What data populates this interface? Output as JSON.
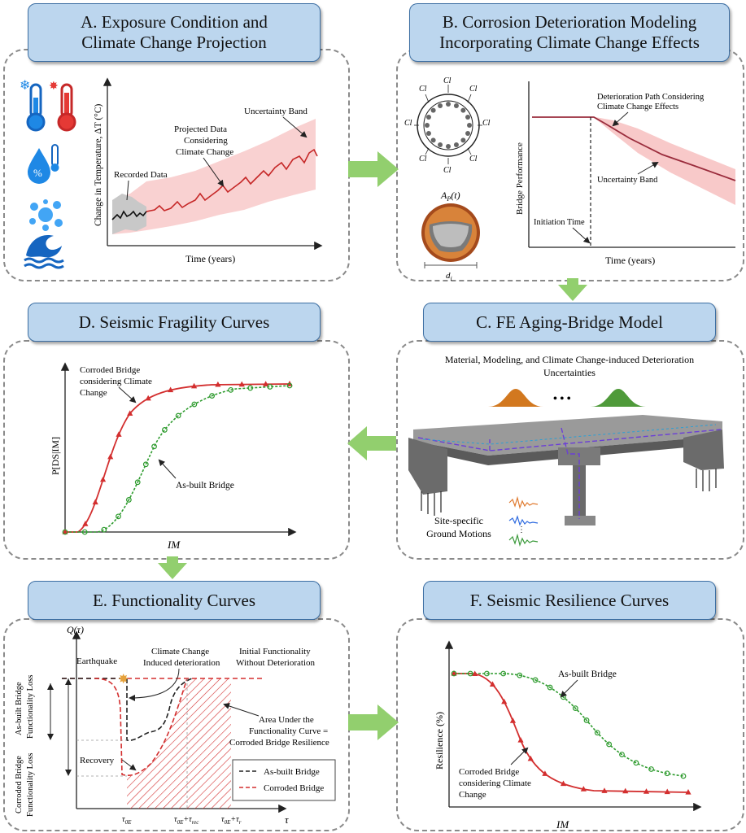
{
  "panelA": {
    "title_line1": "A. Exposure Condition and",
    "title_line2": "Climate Change Projection",
    "ylabel": "Change in Temperature, ΔT (°C)",
    "xlabel": "Time (years)",
    "label_recorded": "Recorded Data",
    "label_projected_1": "Projected Data",
    "label_projected_2": "Considering",
    "label_projected_3": "Climate Change",
    "label_uncertainty": "Uncertainty Band"
  },
  "panelB": {
    "title_line1": "B. Corrosion Deterioration Modeling",
    "title_line2": "Incorporating Climate Change Effects",
    "cl": "Cl",
    "area": "A",
    "area_sub": "P",
    "area_arg": "(t)",
    "diameter": "d",
    "diameter_sub": "i",
    "ylabel": "Bridge Performance",
    "xlabel": "Time (years)",
    "label_path_1": "Deterioration Path Considering",
    "label_path_2": "Climate Change Effects",
    "label_uncertainty": "Uncertainty Band",
    "label_initiation": "Initiation Time"
  },
  "panelC": {
    "title": "C. FE Aging-Bridge Model",
    "subtitle_1": "Material, Modeling, and Climate Change-induced Deterioration",
    "subtitle_2": "Uncertainties",
    "ellipsis": "• • •",
    "gm_1": "Site-specific",
    "gm_2": "Ground Motions"
  },
  "panelD": {
    "title": "D. Seismic Fragility Curves",
    "ylabel": "P[DS|IM]",
    "xlabel": "IM",
    "label_corroded_1": "Corroded Bridge",
    "label_corroded_2": "considering Climate",
    "label_corroded_3": "Change",
    "label_asbuilt": "As-built Bridge"
  },
  "panelE": {
    "title": "E. Functionality Curves",
    "ylabel": "Q(τ)",
    "xlabel": "τ",
    "label_earthquake": "Earthquake",
    "label_cc_1": "Climate Change",
    "label_cc_2": "Induced deterioration",
    "label_init_1": "Initial Functionality",
    "label_init_2": "Without Deterioration",
    "label_asb_loss_1": "As-built Bridge",
    "label_asb_loss_2": "Functionality Loss",
    "label_cor_loss_1": "Corroded Bridge",
    "label_cor_loss_2": "Functionality Loss",
    "label_recovery": "Recovery",
    "label_area_1": "Area Under the",
    "label_area_2": "Functionality Curve =",
    "label_area_3": "Corroded Bridge Resilience",
    "tick_1": "τ_0E",
    "tick_2": "τ_0E + τ_rec",
    "tick_3": "τ_0E + τ_r",
    "legend_asbuilt": "As-built Bridge",
    "legend_corroded": "Corroded Bridge"
  },
  "panelF": {
    "title": "F. Seismic Resilience Curves",
    "ylabel": "Resilience (%)",
    "xlabel": "IM",
    "label_asbuilt": "As-built Bridge",
    "label_corroded_1": "Corroded Bridge",
    "label_corroded_2": "considering Climate",
    "label_corroded_3": "Change"
  },
  "colors": {
    "title_fill": "#bcd6ee",
    "arrow": "#92cf6e",
    "red": "#d32f2f",
    "green": "#2e9b2e",
    "band_red": "#f8c9c9",
    "band_gray": "#c8c8c8"
  }
}
